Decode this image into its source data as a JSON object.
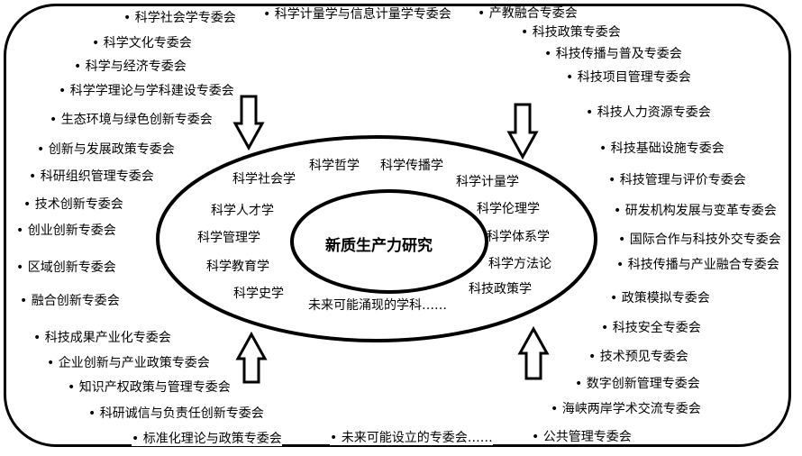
{
  "center": {
    "title": "新质生产力研究"
  },
  "disciplines": [
    "科学社会学",
    "科学哲学",
    "科学传播学",
    "科学计量学",
    "科学人才学",
    "科学伦理学",
    "科学管理学",
    "科学体系学",
    "科学教育学",
    "科学方法论",
    "科学史学",
    "科技政策学",
    "未来可能涌现的学科……"
  ],
  "committees_left": [
    "• 科学社会学专委会",
    "• 科学文化专委会",
    "• 科学与经济专委会",
    "• 科学学理论与学科建设专委会",
    "• 生态环境与绿色创新专委会",
    "• 创新与发展政策专委会",
    "• 科研组织管理专委会",
    "• 技术创新专委会",
    "• 创业创新专委会",
    "• 区域创新专委会",
    "• 融合创新专委会",
    "• 科技成果产业化专委会",
    "• 企业创新与产业政策专委会",
    "• 知识产权政策与管理专委会",
    "• 科研诚信与负责任创新专委会",
    "• 标准化理论与政策专委会"
  ],
  "committees_top": [
    "• 科学计量学与信息计量学专委会",
    "• 产教融合专委会"
  ],
  "committees_right": [
    "• 科技政策专委会",
    "• 科技传播与普及专委会",
    "• 科技项目管理专委会",
    "• 科技人力资源专委会",
    "• 科技基础设施专委会",
    "• 科技管理与评价专委会",
    "• 研发机构发展与变革专委会",
    "• 国际合作与科技外交专委会",
    "• 科技传播与产业融合专委会",
    "• 政策模拟专委会",
    "• 科技安全专委会",
    "• 技术预见专委会",
    "• 数字创新管理专委会",
    "• 海峡两岸学术交流专委会",
    "• 公共管理专委会"
  ],
  "committees_bottom": [
    "• 未来可能设立的专委会……"
  ]
}
